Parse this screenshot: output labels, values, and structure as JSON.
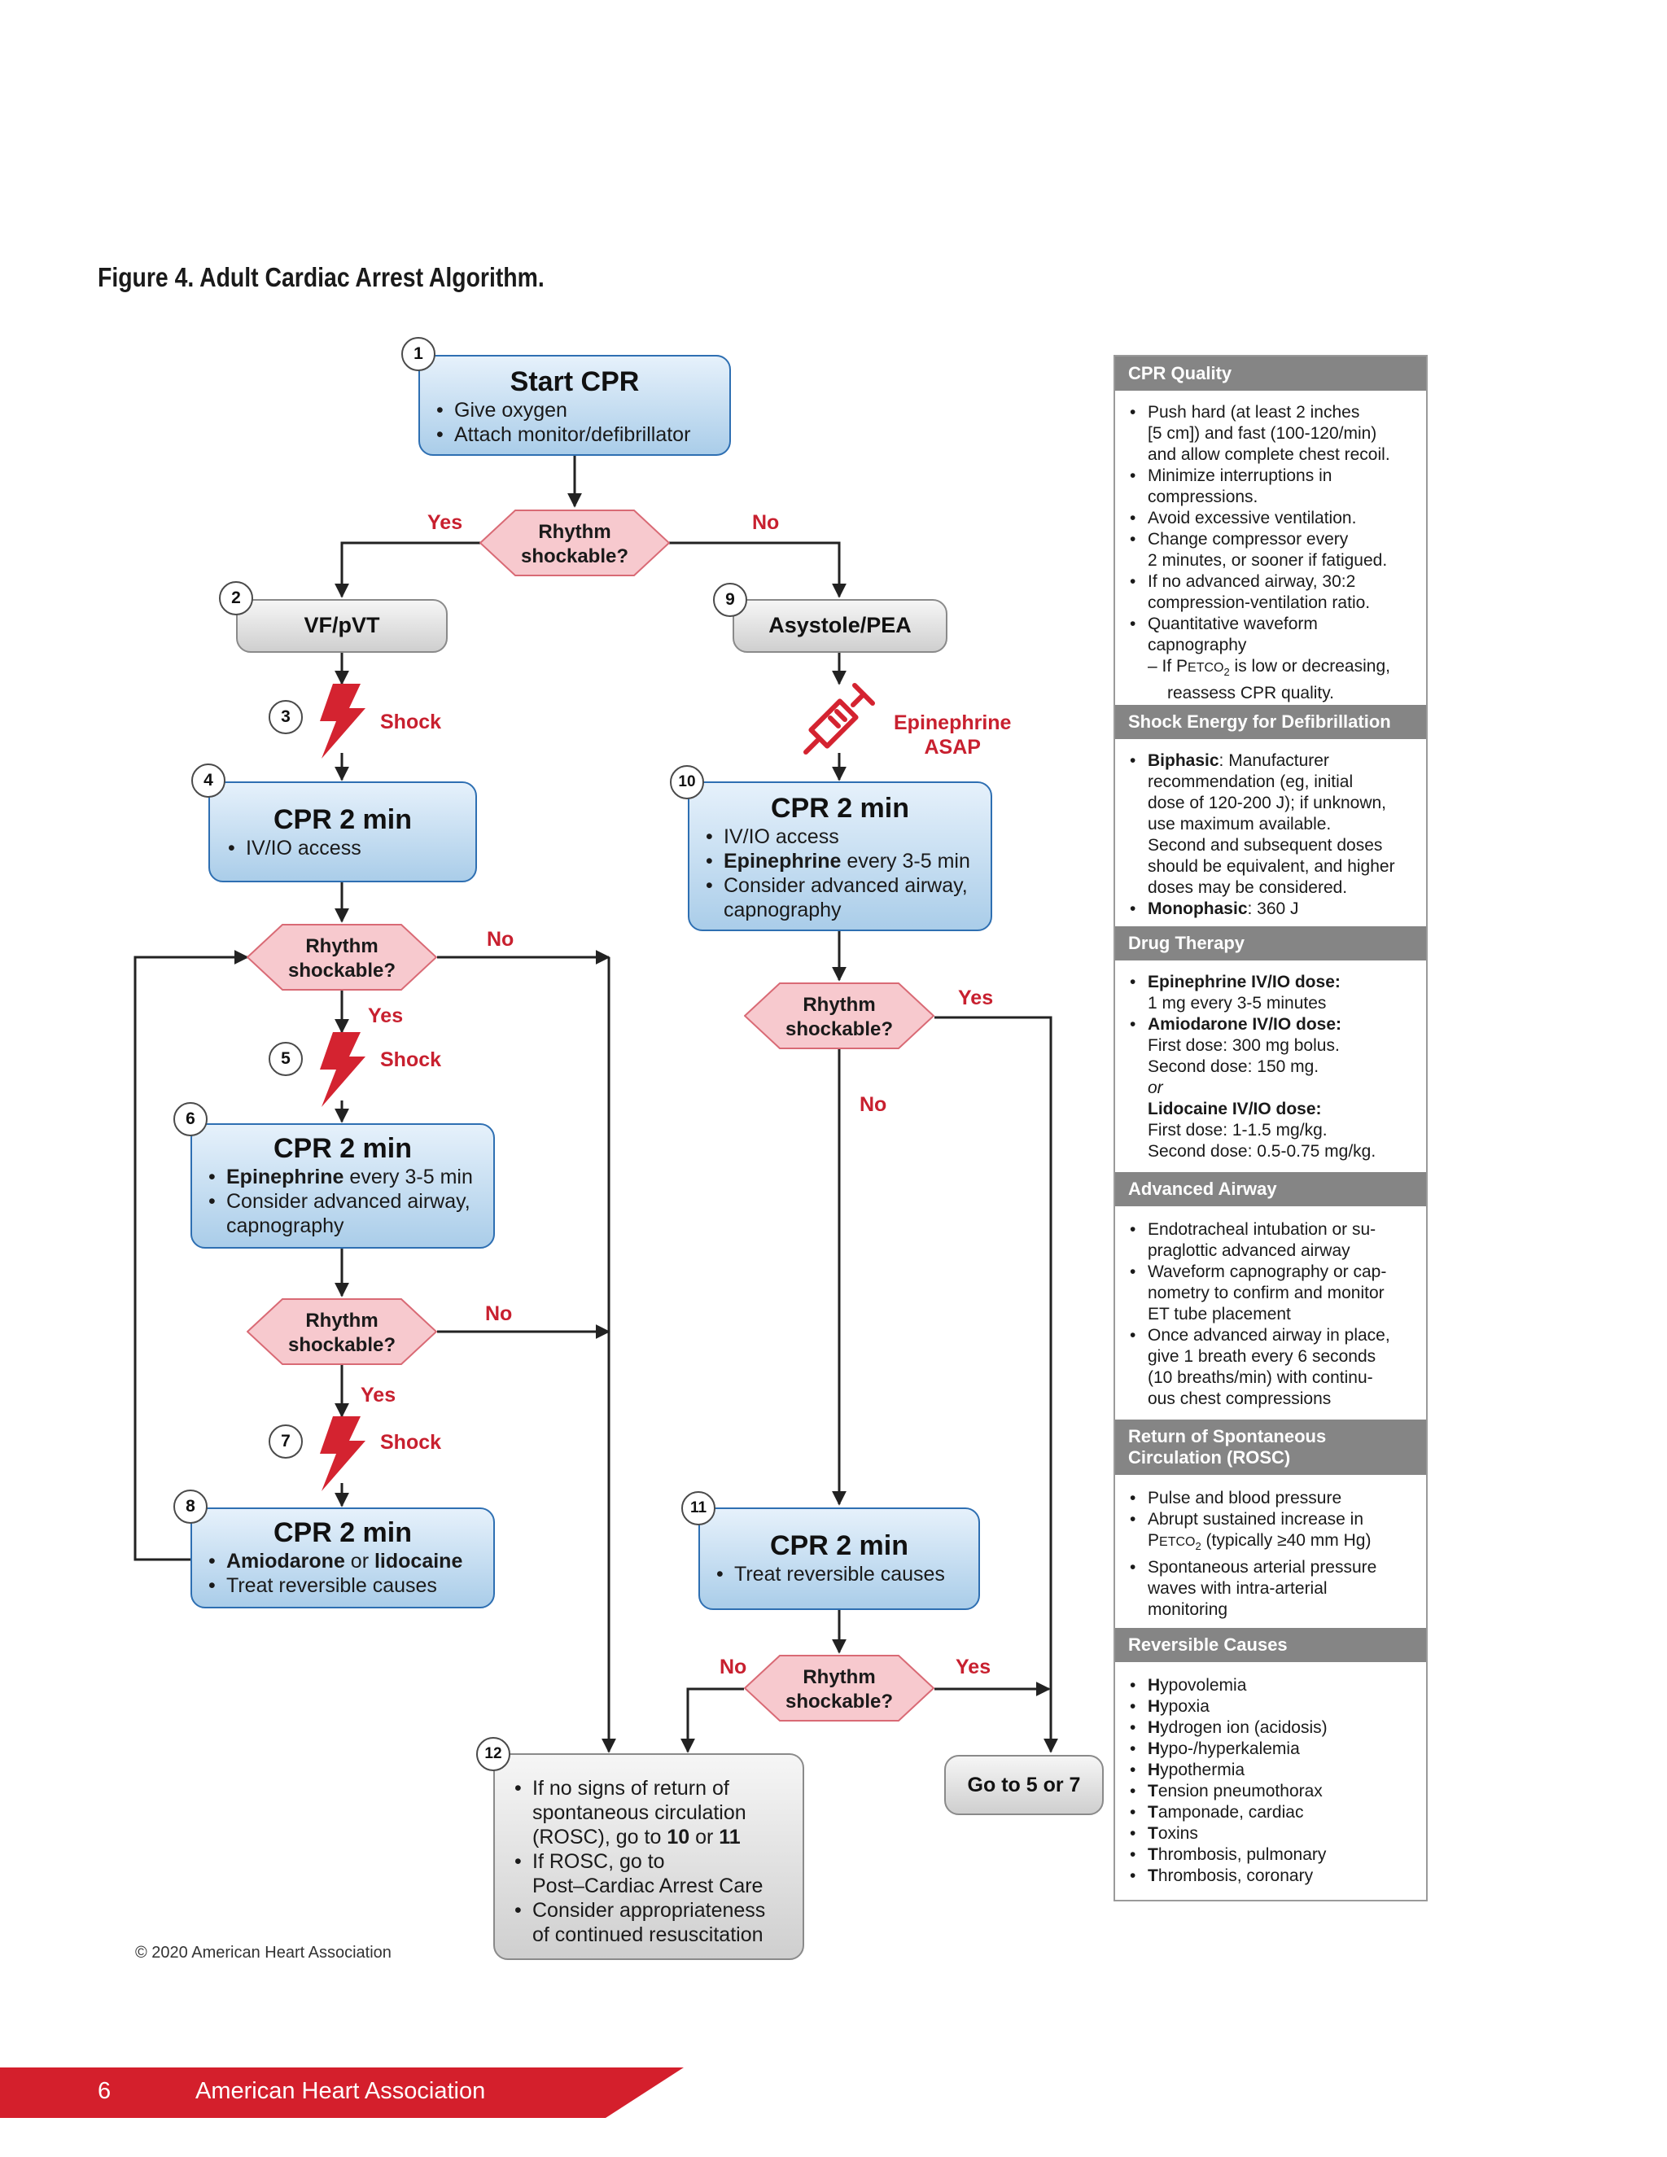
{
  "figure_title": "Figure 4.  Adult Cardiac Arrest Algorithm.",
  "steps": {
    "s1": "1",
    "s2": "2",
    "s3": "3",
    "s4": "4",
    "s5": "5",
    "s6": "6",
    "s7": "7",
    "s8": "8",
    "s9": "9",
    "s10": "10",
    "s11": "11",
    "s12": "12"
  },
  "start": {
    "title": "Start CPR",
    "items": [
      "Give oxygen",
      "Attach monitor/defibrillator"
    ]
  },
  "decision_label": [
    "Rhythm",
    "shockable?"
  ],
  "labels": {
    "yes": "Yes",
    "no": "No",
    "shock": "Shock",
    "epi": [
      "Epinephrine",
      "ASAP"
    ]
  },
  "vf": {
    "title": "VF/pVT"
  },
  "asystole": {
    "title": "Asystole/PEA"
  },
  "cpr4": {
    "title": "CPR 2 min",
    "items": [
      "IV/IO access"
    ]
  },
  "cpr6": {
    "title": "CPR 2 min",
    "i1_bold": "Epinephrine",
    "i1_rest": " every 3-5 min",
    "i2": "Consider advanced airway,",
    "i2b": "capnography"
  },
  "cpr8": {
    "title": "CPR 2 min",
    "i1_a": "Amiodarone",
    "i1_b": " or ",
    "i1_c": "lidocaine",
    "i2": "Treat reversible causes"
  },
  "cpr10": {
    "title": "CPR 2 min",
    "i0": "IV/IO access",
    "i1_bold": "Epinephrine",
    "i1_rest": " every 3-5 min",
    "i2": "Consider advanced airway,",
    "i2b": "capnography"
  },
  "cpr11": {
    "title": "CPR 2 min",
    "items": [
      "Treat reversible causes"
    ]
  },
  "box12": {
    "a1": "If no signs of return of",
    "a2": "spontaneous circulation",
    "a3": "(ROSC), go to ",
    "a3b": "10",
    "a3c": " or ",
    "a3d": "11",
    "b1": "If ROSC, go to",
    "b2": "Post–Cardiac Arrest Care",
    "c1": "Consider appropriateness",
    "c2": "of continued resuscitation"
  },
  "goto": "Go to 5 or 7",
  "sidebar": {
    "cpr_quality": {
      "head": "CPR Quality",
      "l1": "Push hard (at least 2 inches",
      "l1b": "[5 cm]) and fast (100-120/min)",
      "l1c": "and allow complete chest recoil.",
      "l2": "Minimize interruptions in",
      "l2b": "compressions.",
      "l3": "Avoid excessive ventilation.",
      "l4": "Change compressor every",
      "l4b": "2 minutes, or sooner if fatigued.",
      "l5": "If no advanced airway, 30:2",
      "l5b": "compression-ventilation ratio.",
      "l6": "Quantitative waveform",
      "l6b": "capnography",
      "l7a": "–  If P",
      "l7b": "ETCO",
      "l7c": "2",
      "l7d": " is low or decreasing,",
      "l7e": "reassess CPR quality."
    },
    "shock_energy": {
      "head": "Shock Energy for Defibrillation",
      "b1": "Biphasic",
      "b1r": ": Manufacturer",
      "b2": "recommendation (eg, initial",
      "b3": "dose of 120-200 J); if unknown,",
      "b4": "use maximum available.",
      "b5": "Second and subsequent doses",
      "b6": "should be equivalent, and higher",
      "b7": "doses may be considered.",
      "m1": "Monophasic",
      "m1r": ": 360 J"
    },
    "drug_therapy": {
      "head": "Drug Therapy",
      "e1": "Epinephrine IV/IO dose:",
      "e2": "1 mg every 3-5 minutes",
      "a1": "Amiodarone IV/IO dose:",
      "a2": "First dose: 300 mg bolus.",
      "a3": "Second dose: 150 mg.",
      "or": "or",
      "li1": "Lidocaine IV/IO dose:",
      "li2": "First dose: 1-1.5 mg/kg.",
      "li3": "Second dose: 0.5-0.75 mg/kg."
    },
    "advanced_airway": {
      "head": "Advanced Airway",
      "l1": "Endotracheal intubation or su-",
      "l1b": "praglottic advanced airway",
      "l2": "Waveform capnography or cap-",
      "l2b": "nometry to confirm and monitor",
      "l2c": "ET tube placement",
      "l3": "Once advanced airway in place,",
      "l3b": "give 1 breath every 6 seconds",
      "l3c": "(10 breaths/min) with continu-",
      "l3d": "ous chest compressions"
    },
    "rosc": {
      "head1": "Return of Spontaneous",
      "head2": "Circulation (ROSC)",
      "l1": "Pulse and blood pressure",
      "l2": "Abrupt sustained increase in",
      "l2a": "P",
      "l2b": "ETCO",
      "l2c": "2",
      "l2d": " (typically ≥40 mm Hg)",
      "l3": "Spontaneous arterial pressure",
      "l3b": "waves with intra-arterial",
      "l3c": "monitoring"
    },
    "reversible": {
      "head": "Reversible Causes",
      "items": [
        {
          "b": "H",
          "r": "ypovolemia"
        },
        {
          "b": "H",
          "r": "ypoxia"
        },
        {
          "b": "H",
          "r": "ydrogen ion (acidosis)"
        },
        {
          "b": "H",
          "r": "ypo-/hyperkalemia"
        },
        {
          "b": "H",
          "r": "ypothermia"
        },
        {
          "b": "T",
          "r": "ension pneumothorax"
        },
        {
          "b": "T",
          "r": "amponade, cardiac"
        },
        {
          "b": "T",
          "r": "oxins"
        },
        {
          "b": "T",
          "r": "hrombosis, pulmonary"
        },
        {
          "b": "T",
          "r": "hrombosis, coronary"
        }
      ]
    }
  },
  "copyright": "© 2020 American Heart Association",
  "footer": {
    "page": "6",
    "org": "American Heart Association"
  },
  "colors": {
    "red": "#c8202f",
    "blue_border": "#2e6fb2",
    "gray_header": "#858585",
    "footer_red": "#d41f2c"
  }
}
